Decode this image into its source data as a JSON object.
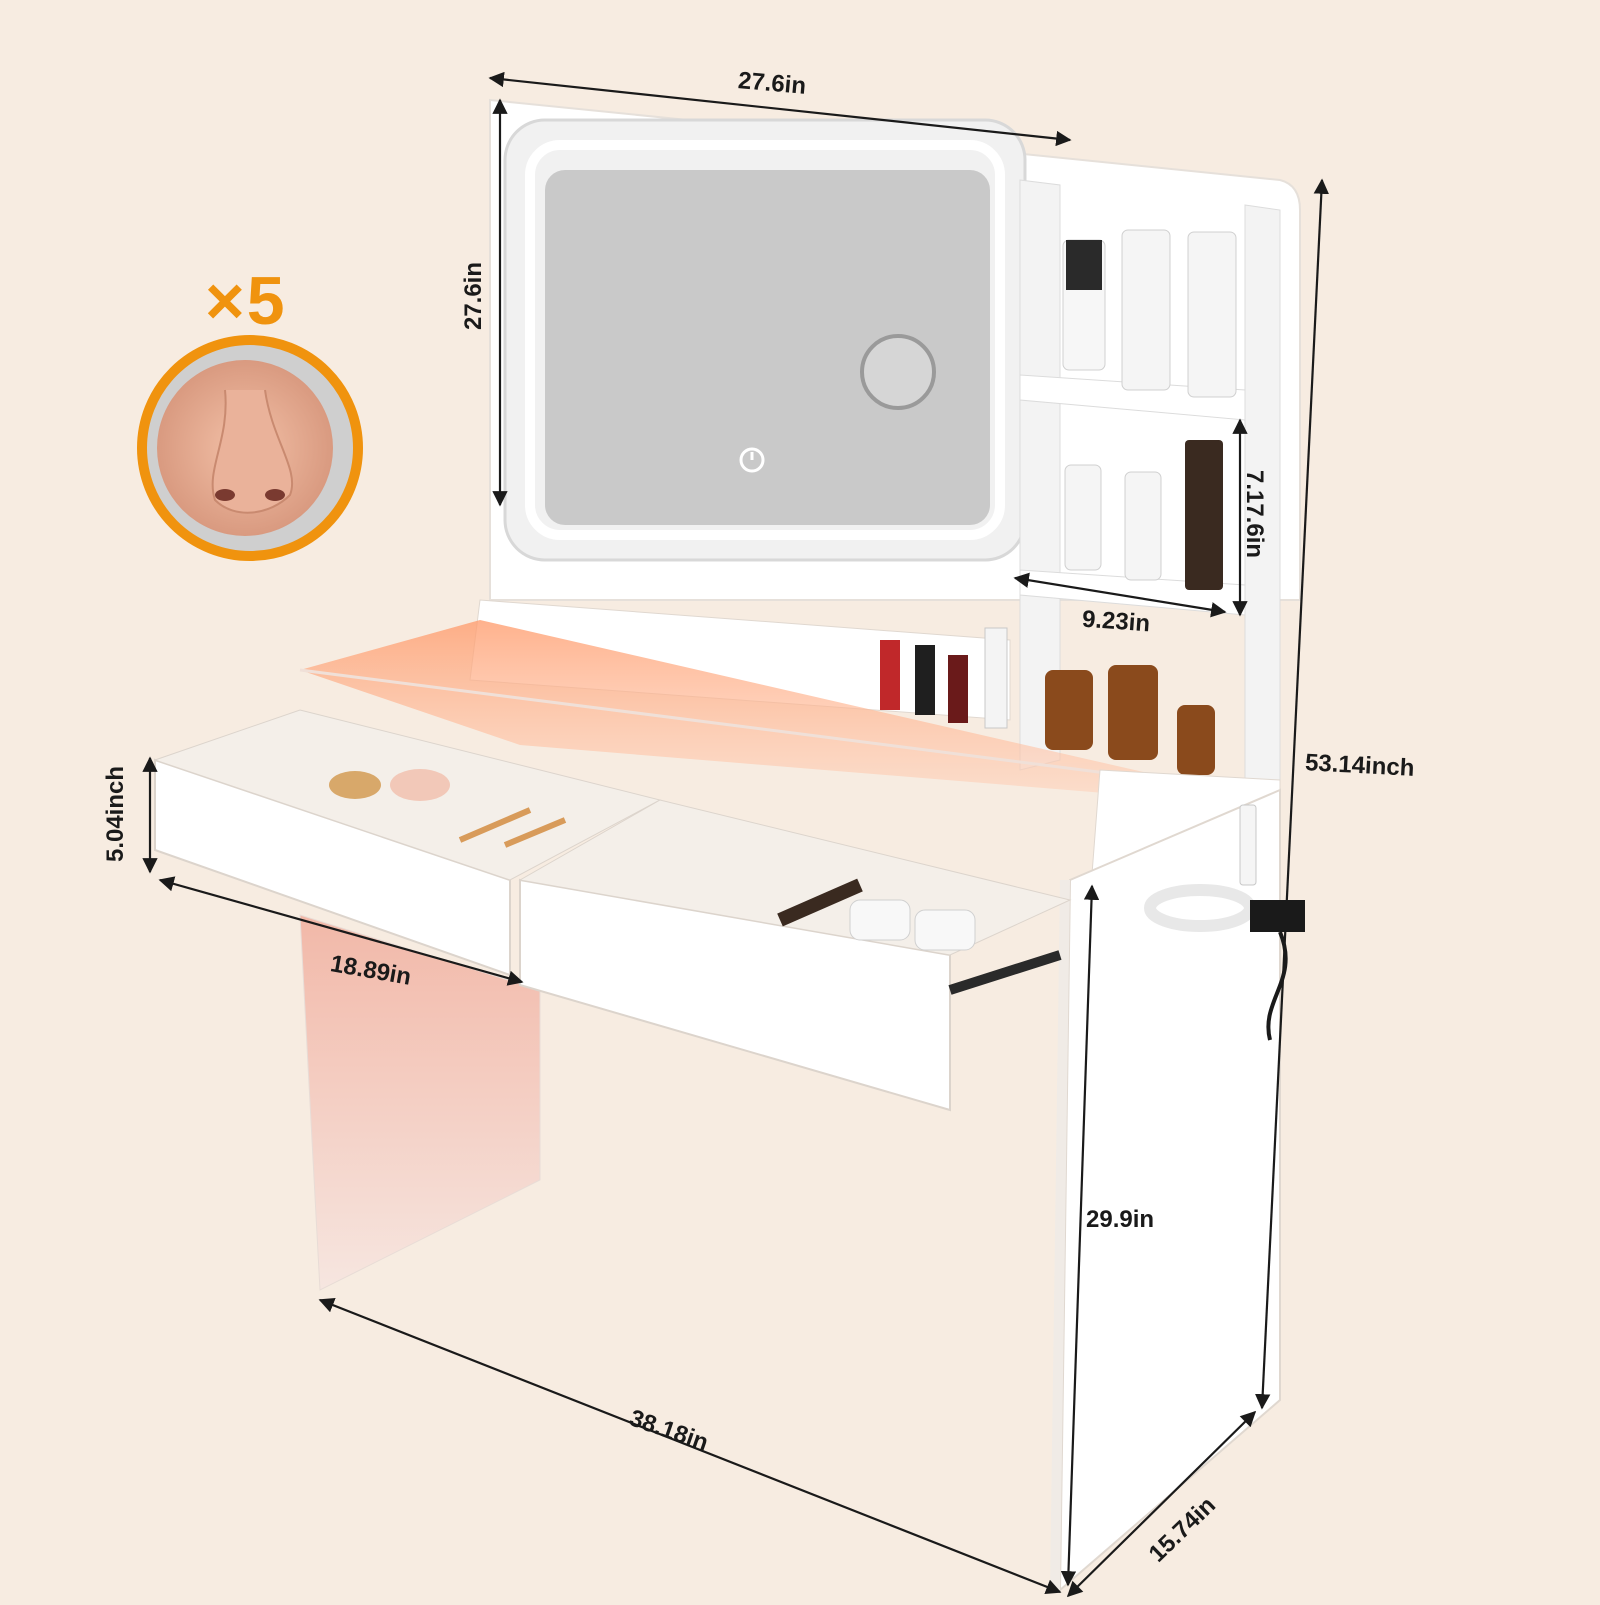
{
  "magnifier": {
    "label": "×5",
    "accent_color": "#f0930e"
  },
  "dimensions": {
    "mirror_width": "27.6in",
    "mirror_height": "27.6in",
    "shelf_height": "7.17.6in",
    "shelf_width": "9.23in",
    "total_height": "53.14inch",
    "drawer_depth": "5.04inch",
    "drawer_width": "18.89in",
    "leg_height": "29.9in",
    "table_width": "38.18in",
    "table_depth": "15.74in"
  },
  "colors": {
    "background": "#f7ece1",
    "furniture": "#ffffff",
    "led_glow": "#ff7a4a",
    "mirror": "#c9c9c9"
  }
}
